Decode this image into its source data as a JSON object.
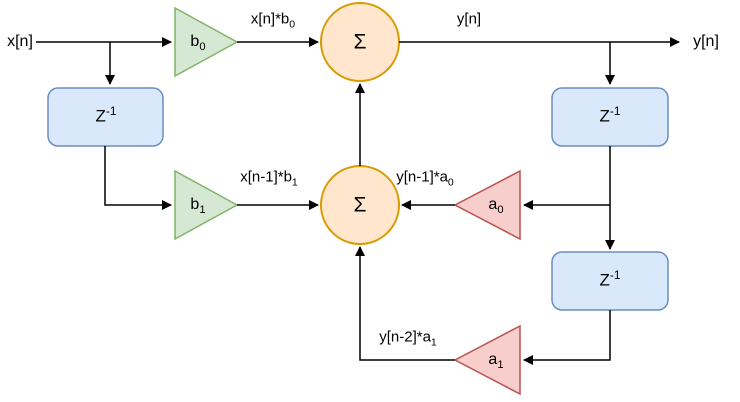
{
  "diagram": {
    "colors": {
      "gain_fill": "#d5e8d4",
      "gain_stroke": "#82b366",
      "feedback_fill": "#f8cecc",
      "feedback_stroke": "#b85450",
      "delay_fill": "#dae8fc",
      "delay_stroke": "#6c8ebf",
      "sum_fill": "#ffe6cc",
      "sum_stroke": "#d79b00",
      "line": "#000000",
      "background": "#ffffff"
    },
    "io": {
      "input_label": "x[n]",
      "output_label": "y[n]"
    },
    "gains": {
      "b0": {
        "base": "b",
        "sub": "0"
      },
      "b1": {
        "base": "b",
        "sub": "1"
      },
      "a0": {
        "base": "a",
        "sub": "0"
      },
      "a1": {
        "base": "a",
        "sub": "1"
      }
    },
    "delays": {
      "base": "Z",
      "sup": "-1"
    },
    "sum_symbol": "Σ",
    "edge_labels": {
      "x_b0": {
        "base": "x[n]*b",
        "sub": "0"
      },
      "x_b1": {
        "base": "x[n-1]*b",
        "sub": "1"
      },
      "y_a0": {
        "base": "y[n-1]*a",
        "sub": "0"
      },
      "y_a1": {
        "base": "y[n-2]*a",
        "sub": "1"
      },
      "y_out": "y[n]"
    }
  }
}
